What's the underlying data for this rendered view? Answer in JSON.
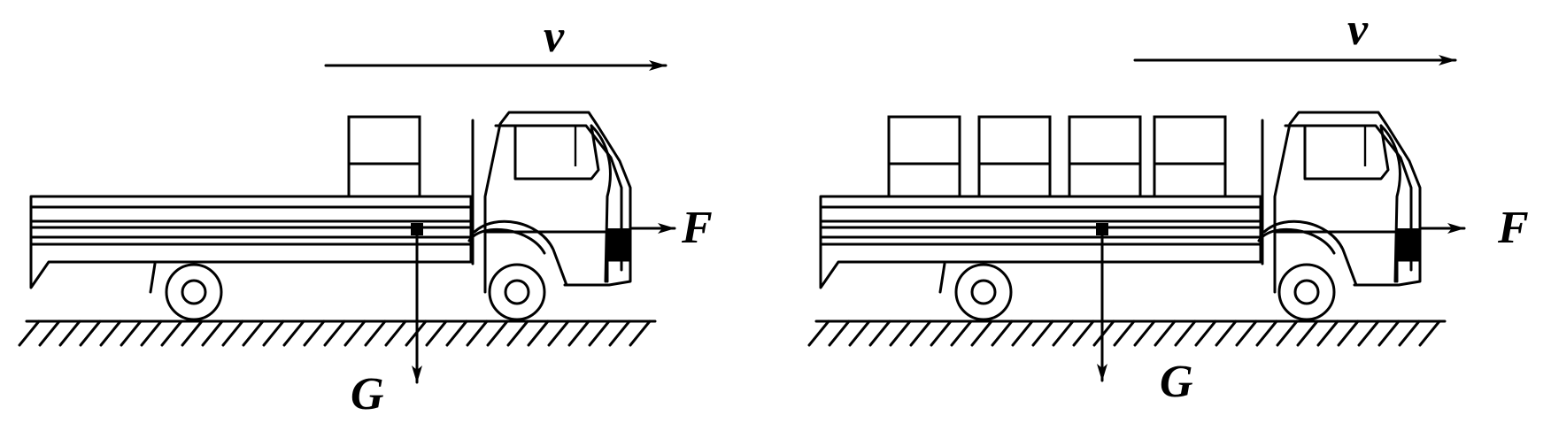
{
  "labels": {
    "velocity": "v",
    "force": "F",
    "gravity": "G"
  },
  "trucks": [
    {
      "cargo_boxes": 1
    },
    {
      "cargo_boxes": 4
    }
  ]
}
